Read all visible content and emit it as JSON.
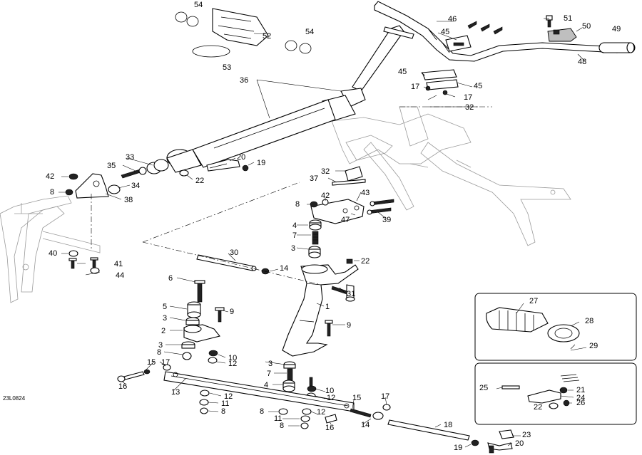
{
  "diagram": {
    "code": "23L0824",
    "part_labels": {
      "p1": "1",
      "p2": "2",
      "p3a": "3",
      "p3b": "3",
      "p3c": "3",
      "p3d": "3",
      "p4a": "4",
      "p4b": "4",
      "p5": "5",
      "p6": "6",
      "p7a": "7",
      "p7b": "7",
      "p8a": "8",
      "p8b": "8",
      "p8c": "8",
      "p8d": "8",
      "p8e": "8",
      "p8f": "8",
      "p9a": "9",
      "p9b": "9",
      "p10a": "10",
      "p10b": "10",
      "p11a": "11",
      "p11b": "11",
      "p12a": "12",
      "p12b": "12",
      "p12c": "12",
      "p12d": "12",
      "p13": "13",
      "p14a": "14",
      "p14b": "14",
      "p15a": "15",
      "p15b": "15",
      "p16a": "16",
      "p16b": "16",
      "p17a": "17",
      "p17b": "17",
      "p17c": "17",
      "p17d": "17",
      "p18": "18",
      "p19a": "19",
      "p19b": "19",
      "p20a": "20",
      "p20b": "20",
      "p21": "21",
      "p22a": "22",
      "p22b": "22",
      "p22c": "22",
      "p23": "23",
      "p24": "24",
      "p25": "25",
      "p26": "26",
      "p27": "27",
      "p28": "28",
      "p29": "29",
      "p30": "30",
      "p31": "31",
      "p32a": "32",
      "p32b": "32",
      "p33": "33",
      "p34": "34",
      "p35": "35",
      "p36": "36",
      "p37": "37",
      "p38": "38",
      "p39": "39",
      "p40": "40",
      "p41": "41",
      "p42a": "42",
      "p42b": "42",
      "p43": "43",
      "p44": "44",
      "p45a": "45",
      "p45b": "45",
      "p45c": "45",
      "p46": "46",
      "p47": "47",
      "p48": "48",
      "p49": "49",
      "p50": "50",
      "p51": "51",
      "p52": "52",
      "p53": "53",
      "p54a": "54",
      "p54b": "54"
    }
  }
}
